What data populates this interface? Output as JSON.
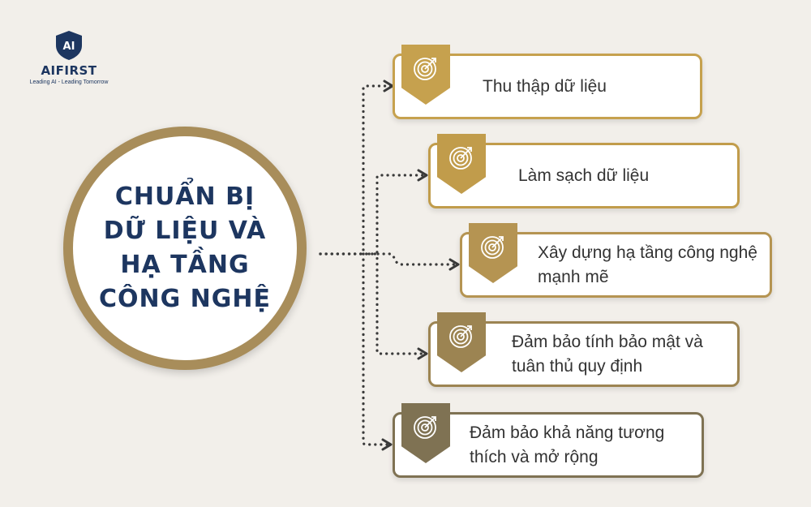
{
  "brand": {
    "name": "AIFIRST",
    "mark": "AI",
    "tagline": "Leading AI - Leading Tomorrow"
  },
  "center": {
    "title": "CHUẨN BỊ DỮ LIỆU VÀ HẠ TẦNG CÔNG NGHỆ"
  },
  "steps": [
    {
      "label": "Thu thập dữ liệu",
      "icon": "target-icon",
      "color": "#c6a14e"
    },
    {
      "label": "Làm sạch dữ liệu",
      "icon": "target-icon",
      "color": "#c19c4b"
    },
    {
      "label": "Xây dựng hạ tầng công nghệ mạnh mẽ",
      "icon": "target-icon",
      "color": "#b59452"
    },
    {
      "label": "Đảm bảo tính bảo mật và tuân thủ quy định",
      "icon": "target-icon",
      "color": "#9c8452"
    },
    {
      "label": "Đảm bảo khả năng tương thích và mở rộng",
      "icon": "target-icon",
      "color": "#7f7253"
    }
  ],
  "colors": {
    "navy": "#1d3660",
    "gold": "#a88d5a",
    "background": "#f2efea",
    "connector": "#3a3a3a"
  }
}
